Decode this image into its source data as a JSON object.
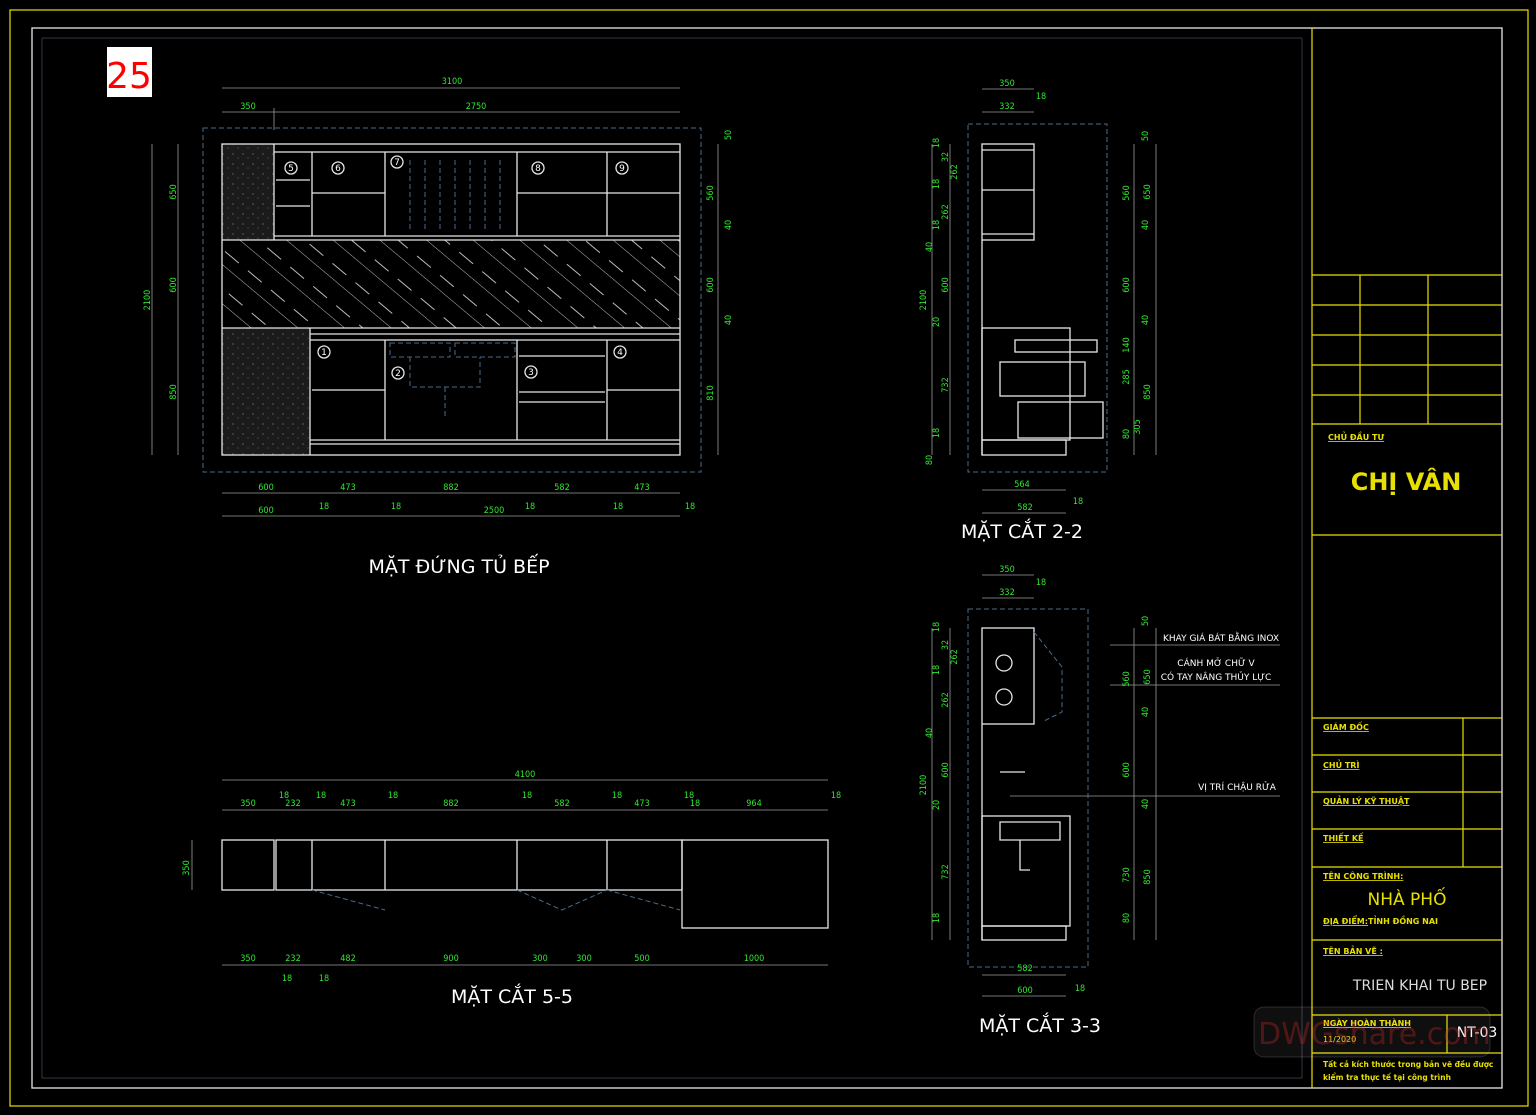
{
  "sheet_number_badge": "25",
  "colors": {
    "frame": "#e8e000",
    "dimension": "#2ee82e",
    "lines": "#e6e6e6",
    "badge": "#ff0000",
    "hidden": "#4a6a86"
  },
  "elevation": {
    "title": "MẶT ĐỨNG TỦ BẾP",
    "top_dims": [
      "3100",
      "350",
      "2750"
    ],
    "left_dims": [
      "650",
      "600",
      "850",
      "2100"
    ],
    "right_dims": [
      "50",
      "560",
      "40",
      "600",
      "40",
      "810"
    ],
    "bottom_dims": [
      "600",
      "473",
      "882",
      "582",
      "473",
      "600",
      "2500",
      "18",
      "18",
      "18",
      "18",
      "18"
    ],
    "cabinet_numbers": [
      "1",
      "2",
      "3",
      "4",
      "5",
      "6",
      "7",
      "8",
      "9"
    ]
  },
  "section_2_2": {
    "title": "MẶT CẮT 2-2",
    "top_dims": [
      "350",
      "332",
      "18"
    ],
    "left_dims": [
      "18",
      "32",
      "262",
      "18",
      "262",
      "18",
      "40",
      "600",
      "20",
      "732",
      "18",
      "80",
      "2100"
    ],
    "right_dims": [
      "50",
      "560",
      "650",
      "40",
      "600",
      "40",
      "140",
      "285",
      "850",
      "80",
      "305"
    ],
    "bottom_dims": [
      "564",
      "582",
      "18"
    ]
  },
  "section_3_3": {
    "title": "MẶT CẮT 3-3",
    "top_dims": [
      "350",
      "332",
      "18"
    ],
    "left_dims": [
      "18",
      "32",
      "262",
      "18",
      "262",
      "40",
      "600",
      "20",
      "732",
      "18",
      "2100"
    ],
    "right_dims": [
      "50",
      "560",
      "650",
      "40",
      "600",
      "40",
      "730",
      "850",
      "80"
    ],
    "bottom_dims": [
      "582",
      "600",
      "18"
    ],
    "notes": [
      "KHAY GIÁ BÁT BẰNG INOX",
      "CÁNH MỞ CHỮ V",
      "CÓ TAY NÂNG THỦY LỰC",
      "VỊ TRÍ CHẬU RỬA"
    ]
  },
  "section_5_5": {
    "title": "MẶT CẮT 5-5",
    "top_dims": [
      "4100",
      "350",
      "232",
      "18",
      "18",
      "473",
      "18",
      "882",
      "18",
      "582",
      "18",
      "473",
      "18",
      "18",
      "964",
      "18"
    ],
    "left_dims": [
      "350"
    ],
    "bottom_dims": [
      "350",
      "232",
      "482",
      "900",
      "300",
      "300",
      "500",
      "1000",
      "18",
      "18"
    ]
  },
  "title_block": {
    "owner_label": "CHỦ ĐẦU TƯ",
    "owner": "CHỊ VÂN",
    "director": "GIÁM ĐỐC",
    "chief": "CHỦ TRÌ",
    "tech_manager": "QUẢN LÝ KỸ THUẬT",
    "designer": "THIẾT KẾ",
    "project_label": "TÊN CÔNG TRÌNH:",
    "project": "NHÀ PHỐ",
    "location_label": "ĐỊA ĐIỂM:",
    "location": "TỈNH ĐỒNG NAI",
    "drawing_label": "TÊN BẢN VẼ :",
    "drawing": "TRIEN KHAI TU BEP",
    "date_label": "NGÀY HOÀN THÀNH",
    "date": "11/2020",
    "sheet": "NT-03",
    "disclaimer_1": "Tất cả kích thước trong bản vẽ đều được",
    "disclaimer_2": "kiểm tra thực tế tại công trình"
  },
  "watermark": "DWGshare.com"
}
